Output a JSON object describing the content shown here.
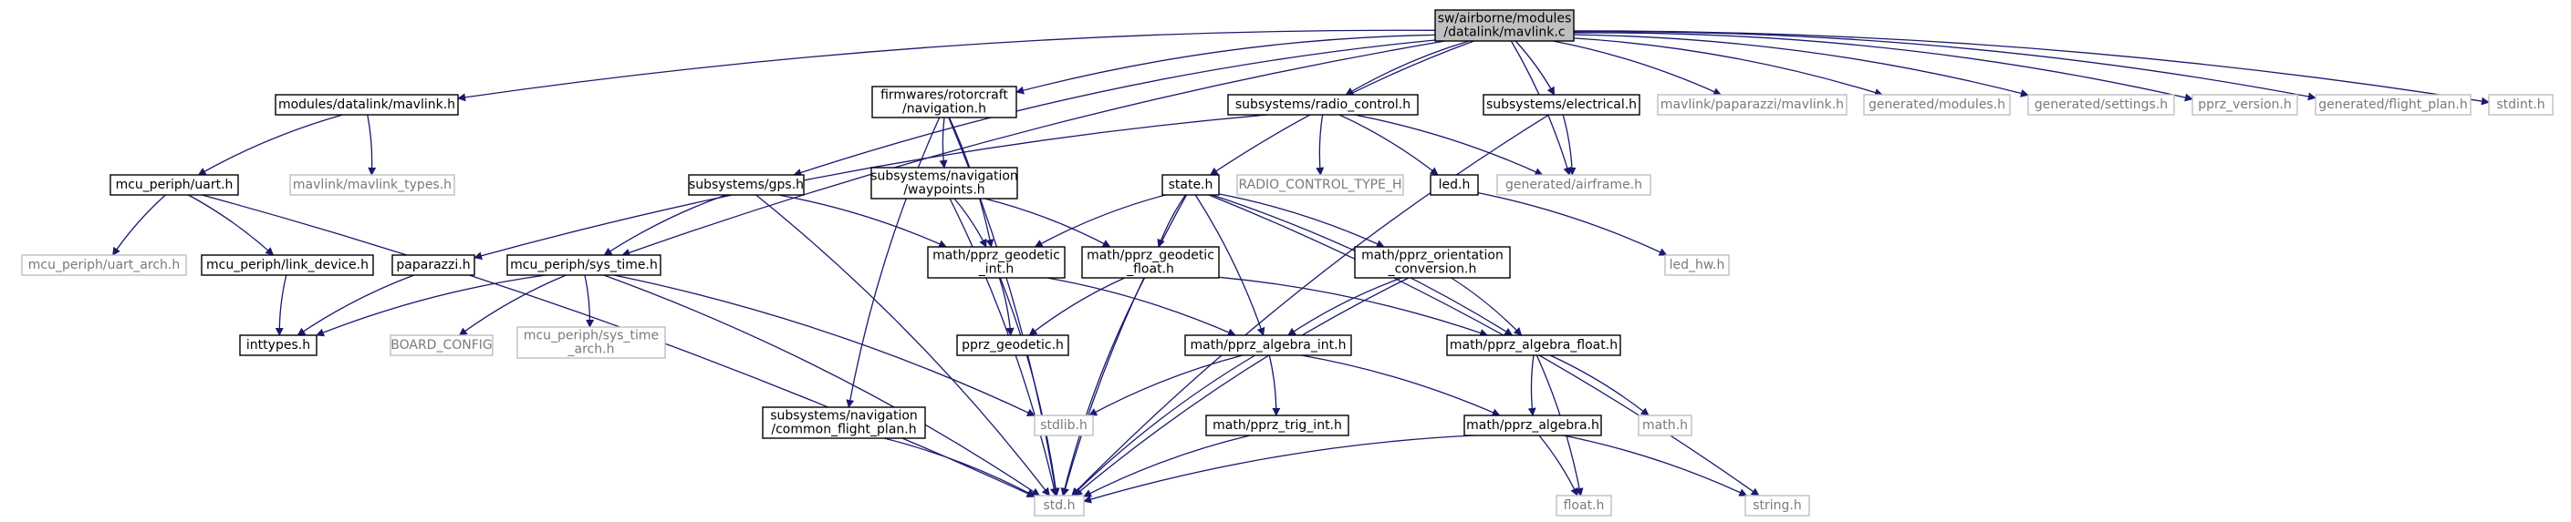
{
  "diagram": {
    "colors": {
      "edge": "#191970",
      "node_border": "#000000",
      "external_border": "#bfbfbf",
      "root_fill": "#bfbfbf",
      "external_text": "#7a7a7a"
    },
    "nodes": [
      {
        "id": "mavlink_c",
        "lines": [
          "sw/airborne/modules",
          "/datalink/mavlink.c"
        ],
        "style": "root"
      },
      {
        "id": "modules_mavlink_h",
        "lines": [
          "modules/datalink/mavlink.h"
        ],
        "style": "doc"
      },
      {
        "id": "firmwares_nav_h",
        "lines": [
          "firmwares/rotorcraft",
          "/navigation.h"
        ],
        "style": "doc"
      },
      {
        "id": "radio_control_h",
        "lines": [
          "subsystems/radio_control.h"
        ],
        "style": "doc"
      },
      {
        "id": "electrical_h",
        "lines": [
          "subsystems/electrical.h"
        ],
        "style": "doc"
      },
      {
        "id": "paparazzi_mavlink_h",
        "lines": [
          "mavlink/paparazzi/mavlink.h"
        ],
        "style": "ext"
      },
      {
        "id": "generated_modules_h",
        "lines": [
          "generated/modules.h"
        ],
        "style": "ext"
      },
      {
        "id": "generated_settings_h",
        "lines": [
          "generated/settings.h"
        ],
        "style": "ext"
      },
      {
        "id": "pprz_version_h",
        "lines": [
          "pprz_version.h"
        ],
        "style": "ext"
      },
      {
        "id": "generated_flight_plan_h",
        "lines": [
          "generated/flight_plan.h"
        ],
        "style": "ext"
      },
      {
        "id": "stdint_h",
        "lines": [
          "stdint.h"
        ],
        "style": "ext"
      },
      {
        "id": "uart_h",
        "lines": [
          "mcu_periph/uart.h"
        ],
        "style": "doc"
      },
      {
        "id": "mavlink_types_h",
        "lines": [
          "mavlink/mavlink_types.h"
        ],
        "style": "ext"
      },
      {
        "id": "waypoints_h",
        "lines": [
          "subsystems/navigation",
          "/waypoints.h"
        ],
        "style": "doc"
      },
      {
        "id": "gps_h",
        "lines": [
          "subsystems/gps.h"
        ],
        "style": "doc"
      },
      {
        "id": "state_h",
        "lines": [
          "state.h"
        ],
        "style": "doc"
      },
      {
        "id": "radio_control_type_h",
        "lines": [
          "RADIO_CONTROL_TYPE_H"
        ],
        "style": "ext"
      },
      {
        "id": "led_h",
        "lines": [
          "led.h"
        ],
        "style": "doc"
      },
      {
        "id": "generated_airframe_h",
        "lines": [
          "generated/airframe.h"
        ],
        "style": "ext"
      },
      {
        "id": "uart_arch_h",
        "lines": [
          "mcu_periph/uart_arch.h"
        ],
        "style": "ext"
      },
      {
        "id": "link_device_h",
        "lines": [
          "mcu_periph/link_device.h"
        ],
        "style": "doc"
      },
      {
        "id": "paparazzi_h",
        "lines": [
          "paparazzi.h"
        ],
        "style": "doc"
      },
      {
        "id": "sys_time_h",
        "lines": [
          "mcu_periph/sys_time.h"
        ],
        "style": "doc"
      },
      {
        "id": "geodetic_int_h",
        "lines": [
          "math/pprz_geodetic",
          "_int.h"
        ],
        "style": "doc"
      },
      {
        "id": "geodetic_float_h",
        "lines": [
          "math/pprz_geodetic",
          "_float.h"
        ],
        "style": "doc"
      },
      {
        "id": "orientation_h",
        "lines": [
          "math/pprz_orientation",
          "_conversion.h"
        ],
        "style": "doc"
      },
      {
        "id": "led_hw_h",
        "lines": [
          "led_hw.h"
        ],
        "style": "ext"
      },
      {
        "id": "inttypes_h",
        "lines": [
          "inttypes.h"
        ],
        "style": "doc"
      },
      {
        "id": "board_config",
        "lines": [
          "BOARD_CONFIG"
        ],
        "style": "ext"
      },
      {
        "id": "sys_time_arch_h",
        "lines": [
          "mcu_periph/sys_time",
          "_arch.h"
        ],
        "style": "ext"
      },
      {
        "id": "pprz_geodetic_h",
        "lines": [
          "pprz_geodetic.h"
        ],
        "style": "doc"
      },
      {
        "id": "algebra_int_h",
        "lines": [
          "math/pprz_algebra_int.h"
        ],
        "style": "doc"
      },
      {
        "id": "algebra_float_h",
        "lines": [
          "math/pprz_algebra_float.h"
        ],
        "style": "doc"
      },
      {
        "id": "common_flight_plan_h",
        "lines": [
          "subsystems/navigation",
          "/common_flight_plan.h"
        ],
        "style": "doc"
      },
      {
        "id": "stdlib_h",
        "lines": [
          "stdlib.h"
        ],
        "style": "ext"
      },
      {
        "id": "trig_int_h",
        "lines": [
          "math/pprz_trig_int.h"
        ],
        "style": "doc"
      },
      {
        "id": "pprz_algebra_h",
        "lines": [
          "math/pprz_algebra.h"
        ],
        "style": "doc"
      },
      {
        "id": "math_h",
        "lines": [
          "math.h"
        ],
        "style": "ext"
      },
      {
        "id": "std_h",
        "lines": [
          "std.h"
        ],
        "style": "ext"
      },
      {
        "id": "float_h",
        "lines": [
          "float.h"
        ],
        "style": "ext"
      },
      {
        "id": "string_h",
        "lines": [
          "string.h"
        ],
        "style": "ext"
      }
    ],
    "edges": [
      [
        "mavlink_c",
        "modules_mavlink_h"
      ],
      [
        "mavlink_c",
        "firmwares_nav_h"
      ],
      [
        "mavlink_c",
        "radio_control_h"
      ],
      [
        "mavlink_c",
        "electrical_h"
      ],
      [
        "mavlink_c",
        "paparazzi_mavlink_h"
      ],
      [
        "mavlink_c",
        "generated_modules_h"
      ],
      [
        "mavlink_c",
        "generated_settings_h"
      ],
      [
        "mavlink_c",
        "pprz_version_h"
      ],
      [
        "mavlink_c",
        "generated_flight_plan_h"
      ],
      [
        "mavlink_c",
        "stdint_h"
      ],
      [
        "mavlink_c",
        "gps_h"
      ],
      [
        "mavlink_c",
        "state_h"
      ],
      [
        "mavlink_c",
        "sys_time_h"
      ],
      [
        "mavlink_c",
        "generated_airframe_h"
      ],
      [
        "modules_mavlink_h",
        "uart_h"
      ],
      [
        "modules_mavlink_h",
        "mavlink_types_h"
      ],
      [
        "uart_h",
        "uart_arch_h"
      ],
      [
        "uart_h",
        "link_device_h"
      ],
      [
        "uart_h",
        "std_h"
      ],
      [
        "link_device_h",
        "inttypes_h"
      ],
      [
        "firmwares_nav_h",
        "waypoints_h"
      ],
      [
        "firmwares_nav_h",
        "geodetic_int_h"
      ],
      [
        "firmwares_nav_h",
        "common_flight_plan_h"
      ],
      [
        "firmwares_nav_h",
        "std_h"
      ],
      [
        "waypoints_h",
        "geodetic_int_h"
      ],
      [
        "waypoints_h",
        "geodetic_float_h"
      ],
      [
        "waypoints_h",
        "std_h"
      ],
      [
        "radio_control_h",
        "radio_control_type_h"
      ],
      [
        "radio_control_h",
        "led_h"
      ],
      [
        "radio_control_h",
        "generated_airframe_h"
      ],
      [
        "radio_control_h",
        "paparazzi_h"
      ],
      [
        "led_h",
        "led_hw_h"
      ],
      [
        "electrical_h",
        "generated_airframe_h"
      ],
      [
        "electrical_h",
        "std_h"
      ],
      [
        "gps_h",
        "sys_time_h"
      ],
      [
        "gps_h",
        "geodetic_int_h"
      ],
      [
        "gps_h",
        "std_h"
      ],
      [
        "paparazzi_h",
        "inttypes_h"
      ],
      [
        "sys_time_h",
        "inttypes_h"
      ],
      [
        "sys_time_h",
        "board_config"
      ],
      [
        "sys_time_h",
        "sys_time_arch_h"
      ],
      [
        "sys_time_h",
        "std_h"
      ],
      [
        "sys_time_h",
        "stdlib_h"
      ],
      [
        "state_h",
        "geodetic_int_h"
      ],
      [
        "state_h",
        "geodetic_float_h"
      ],
      [
        "state_h",
        "orientation_h"
      ],
      [
        "state_h",
        "algebra_int_h"
      ],
      [
        "state_h",
        "algebra_float_h"
      ],
      [
        "state_h",
        "std_h"
      ],
      [
        "state_h",
        "string_h"
      ],
      [
        "geodetic_int_h",
        "pprz_geodetic_h"
      ],
      [
        "geodetic_int_h",
        "algebra_int_h"
      ],
      [
        "geodetic_int_h",
        "std_h"
      ],
      [
        "geodetic_float_h",
        "pprz_geodetic_h"
      ],
      [
        "geodetic_float_h",
        "algebra_float_h"
      ],
      [
        "geodetic_float_h",
        "std_h"
      ],
      [
        "orientation_h",
        "algebra_int_h"
      ],
      [
        "orientation_h",
        "algebra_float_h"
      ],
      [
        "orientation_h",
        "std_h"
      ],
      [
        "algebra_int_h",
        "stdlib_h"
      ],
      [
        "algebra_int_h",
        "trig_int_h"
      ],
      [
        "algebra_int_h",
        "pprz_algebra_h"
      ],
      [
        "algebra_int_h",
        "std_h"
      ],
      [
        "algebra_float_h",
        "pprz_algebra_h"
      ],
      [
        "algebra_float_h",
        "math_h"
      ],
      [
        "algebra_float_h",
        "float_h"
      ],
      [
        "common_flight_plan_h",
        "std_h"
      ],
      [
        "trig_int_h",
        "std_h"
      ],
      [
        "pprz_algebra_h",
        "std_h"
      ],
      [
        "pprz_algebra_h",
        "float_h"
      ],
      [
        "pprz_algebra_h",
        "string_h"
      ]
    ]
  }
}
